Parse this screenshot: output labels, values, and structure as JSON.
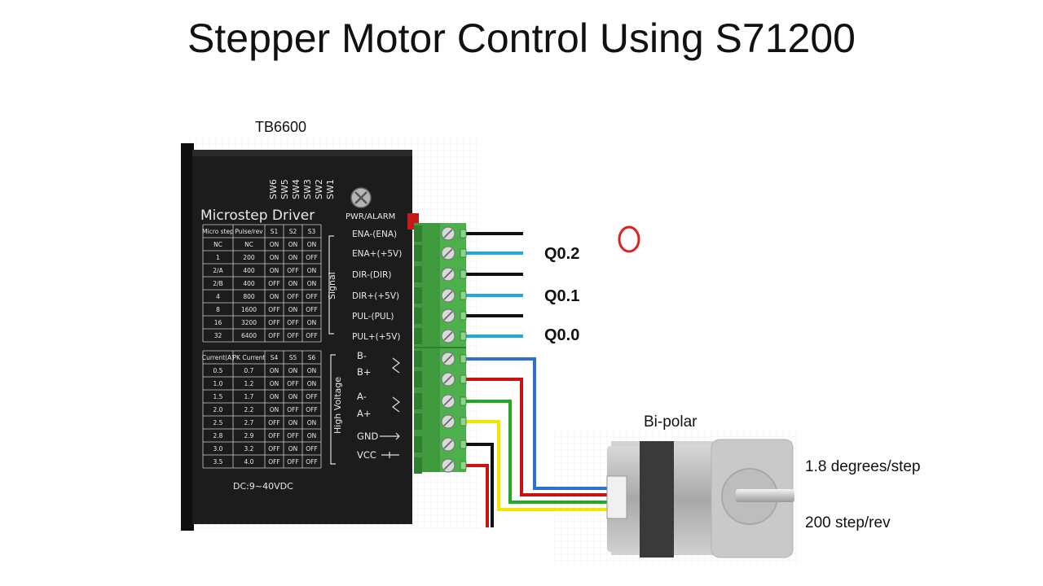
{
  "slide": {
    "title": "Stepper Motor Control Using S71200",
    "driver_model": "TB6600",
    "motor_type": "Bi-polar",
    "step_angle": "1.8 degrees/step",
    "steps_per_rev": "200 step/rev"
  },
  "driver": {
    "name": "Microstep Driver",
    "power_led": "PWR/ALARM",
    "switches": [
      "SW6",
      "SW5",
      "SW4",
      "SW3",
      "SW2",
      "SW1"
    ],
    "signal_group": "Signal",
    "hv_group": "High Voltage",
    "dc_rating": "DC:9~40VDC",
    "signal_terminals": [
      "ENA-(ENA)",
      "ENA+(+5V)",
      "DIR-(DIR)",
      "DIR+(+5V)",
      "PUL-(PUL)",
      "PUL+(+5V)"
    ],
    "hv_terminals": [
      "B-",
      "B+",
      "A-",
      "A+",
      "GND",
      "VCC"
    ],
    "microstep_table": {
      "headers": [
        "Micro step",
        "Pulse/rev",
        "S1",
        "S2",
        "S3"
      ],
      "rows": [
        [
          "NC",
          "NC",
          "ON",
          "ON",
          "ON"
        ],
        [
          "1",
          "200",
          "ON",
          "ON",
          "OFF"
        ],
        [
          "2/A",
          "400",
          "ON",
          "OFF",
          "ON"
        ],
        [
          "2/B",
          "400",
          "OFF",
          "ON",
          "ON"
        ],
        [
          "4",
          "800",
          "ON",
          "OFF",
          "OFF"
        ],
        [
          "8",
          "1600",
          "OFF",
          "ON",
          "OFF"
        ],
        [
          "16",
          "3200",
          "OFF",
          "OFF",
          "ON"
        ],
        [
          "32",
          "6400",
          "OFF",
          "OFF",
          "OFF"
        ]
      ]
    },
    "current_table": {
      "headers": [
        "Current(A)",
        "PK Current",
        "S4",
        "S5",
        "S6"
      ],
      "rows": [
        [
          "0.5",
          "0.7",
          "ON",
          "ON",
          "ON"
        ],
        [
          "1.0",
          "1.2",
          "ON",
          "OFF",
          "ON"
        ],
        [
          "1.5",
          "1.7",
          "ON",
          "ON",
          "OFF"
        ],
        [
          "2.0",
          "2.2",
          "ON",
          "OFF",
          "OFF"
        ],
        [
          "2.5",
          "2.7",
          "OFF",
          "ON",
          "ON"
        ],
        [
          "2.8",
          "2.9",
          "OFF",
          "OFF",
          "ON"
        ],
        [
          "3.0",
          "3.2",
          "OFF",
          "ON",
          "OFF"
        ],
        [
          "3.5",
          "4.0",
          "OFF",
          "OFF",
          "OFF"
        ]
      ]
    }
  },
  "plc_outputs": [
    "Q0.2",
    "Q0.1",
    "Q0.0"
  ],
  "colors": {
    "wire_black": "#111111",
    "wire_blue": "#1fa9e0",
    "wire_red": "#cc1111",
    "wire_green": "#22aa22",
    "wire_yellow": "#f2e600",
    "wire_coil_blue": "#2f6fd0",
    "terminal_green": "#4cb14a",
    "annotation_red": "#e02020"
  }
}
